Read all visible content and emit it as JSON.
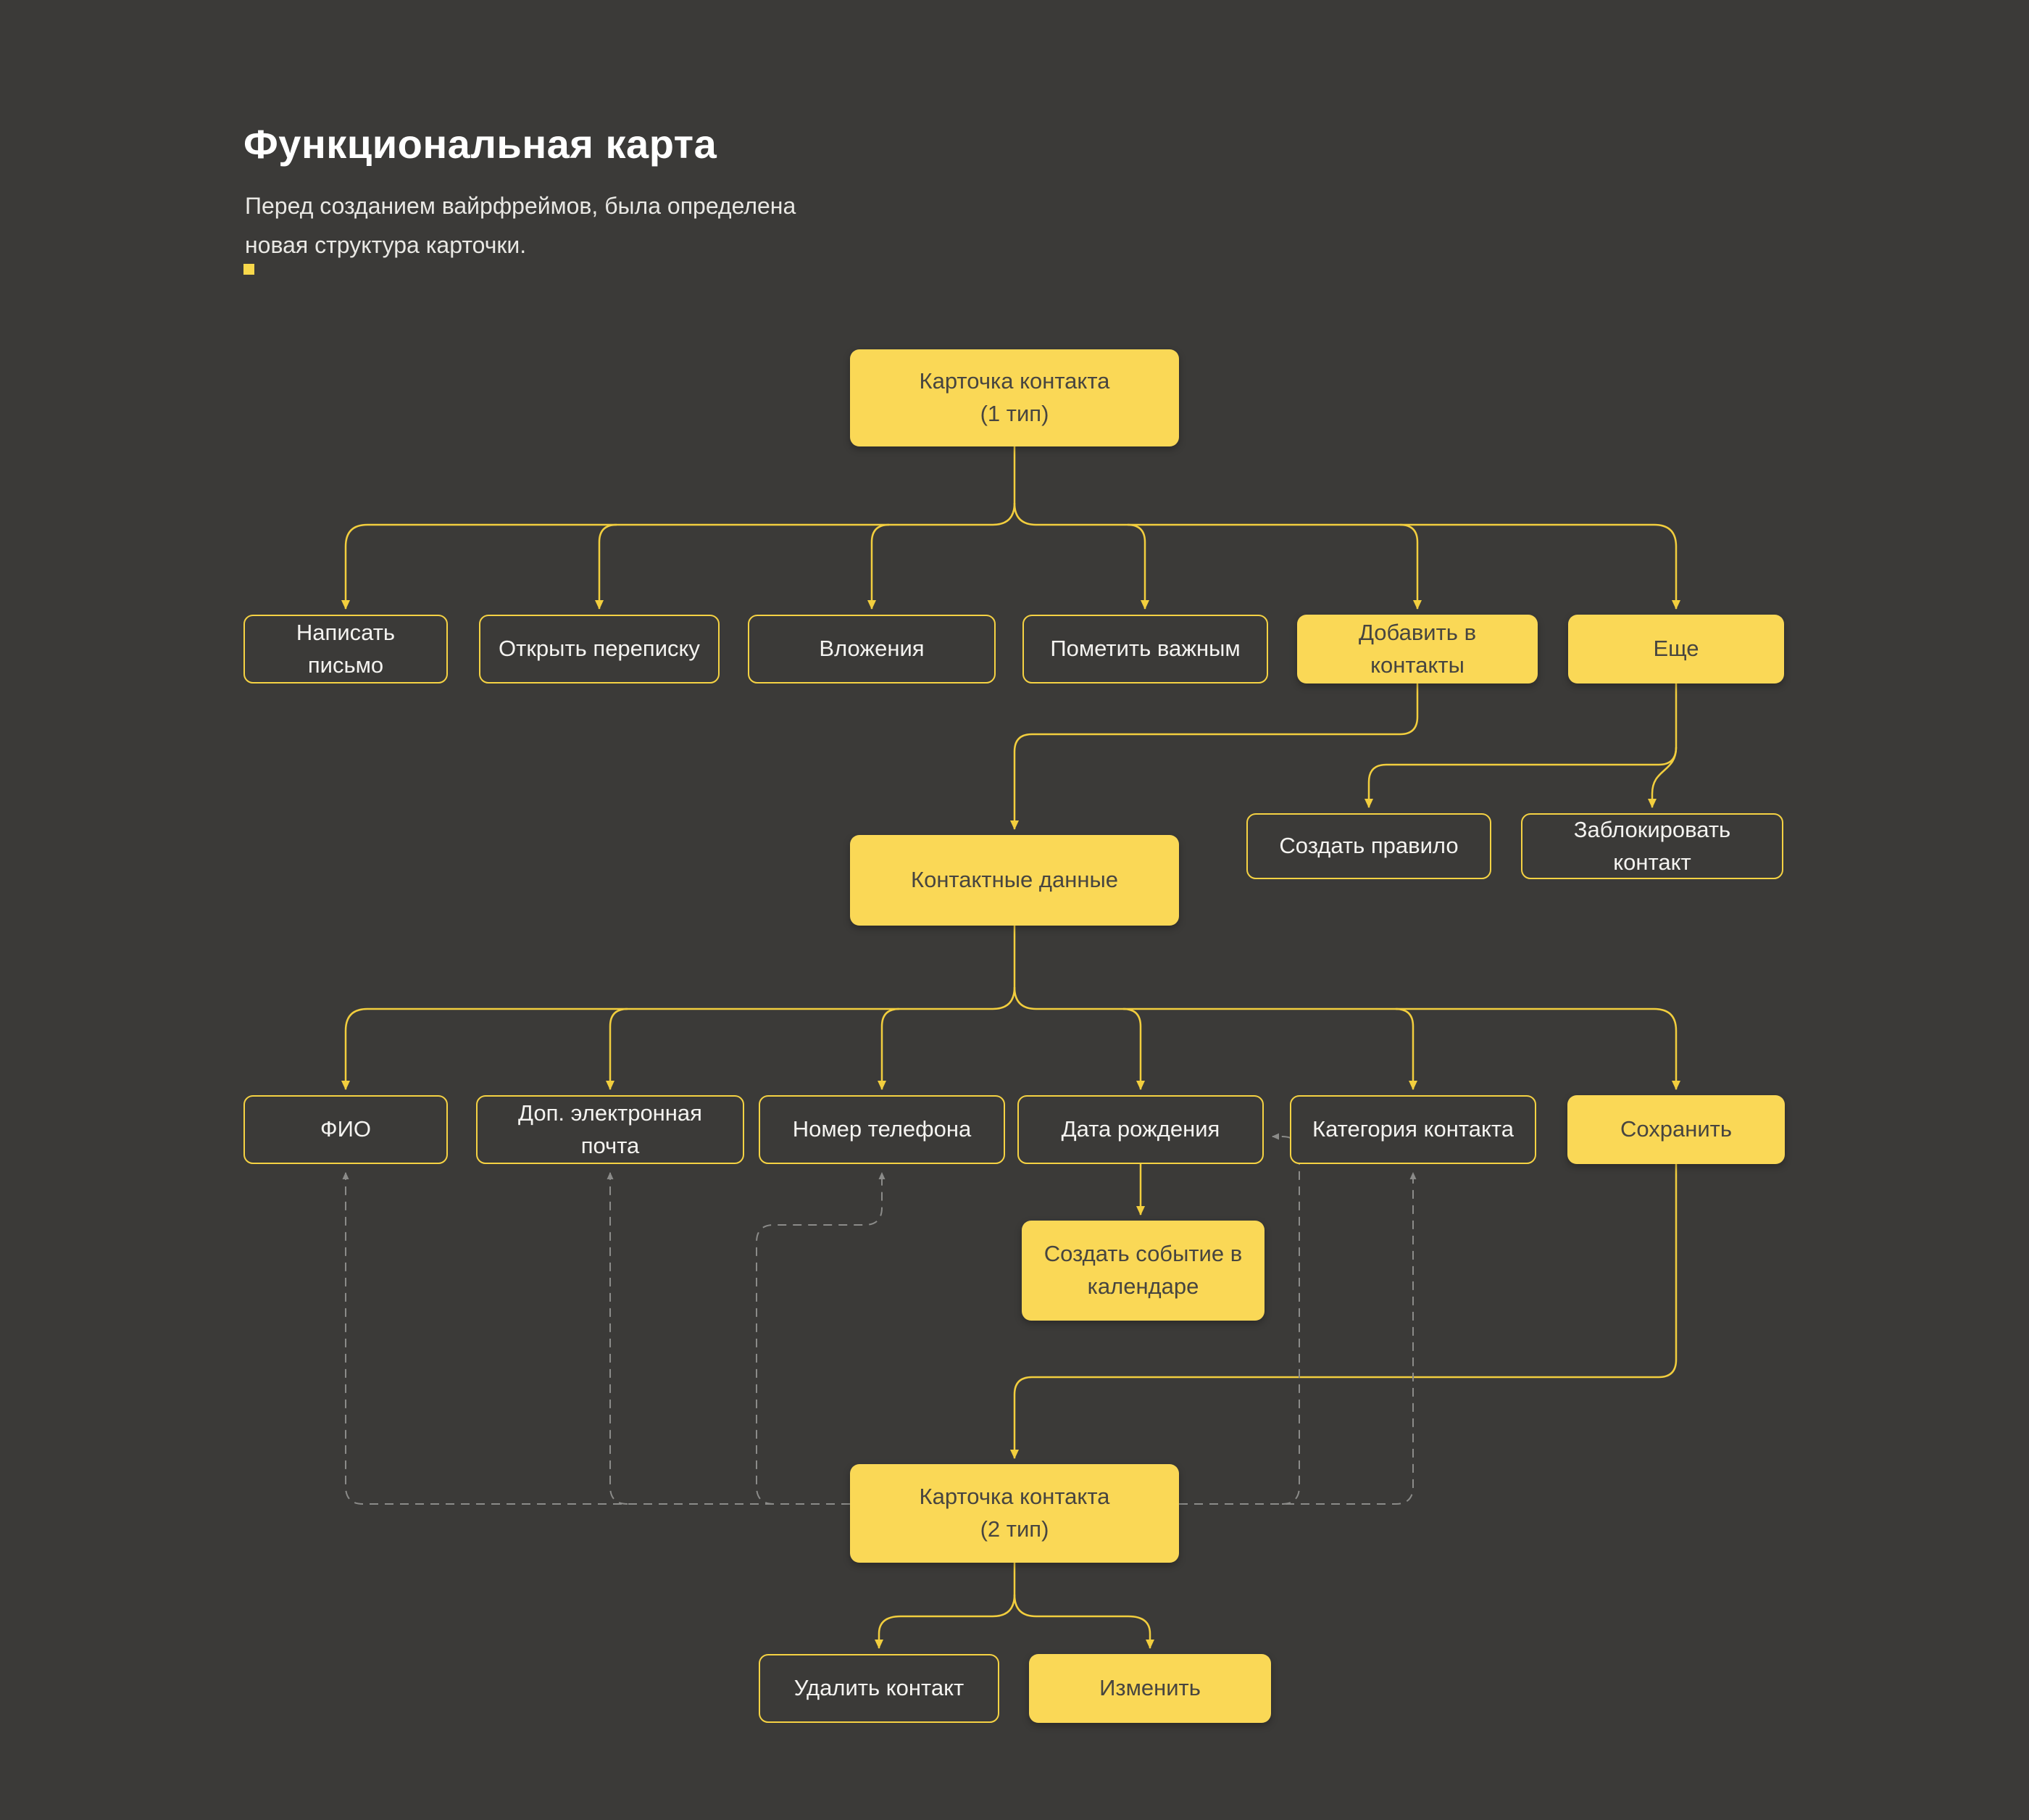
{
  "header": {
    "title": "Функциональная карта",
    "subtitle": "Перед созданием вайрфреймов, была определена\nновая структура карточки."
  },
  "colors": {
    "background": "#3B3A38",
    "accent_yellow": "#F8D84B",
    "node_fill": "#FAD856",
    "node_outline": "#F5D243",
    "connector_solid": "#F2CE3E",
    "connector_dashed": "#8B8B89",
    "text_on_yellow": "#474540",
    "text_on_dark": "#F4F3F0",
    "title_text": "#FFFFFF"
  },
  "nodes": {
    "card_type1": {
      "label": "Карточка контакта",
      "sublabel": "(1 тип)"
    },
    "write_letter": {
      "label": "Написать письмо"
    },
    "open_thread": {
      "label": "Открыть переписку"
    },
    "attachments": {
      "label": "Вложения"
    },
    "mark_important": {
      "label": "Пометить важным"
    },
    "add_to_contacts": {
      "label": "Добавить в контакты"
    },
    "more": {
      "label": "Еще"
    },
    "contact_data": {
      "label": "Контактные данные"
    },
    "create_rule": {
      "label": "Создать правило"
    },
    "block_contact": {
      "label": "Заблокировать контакт"
    },
    "full_name": {
      "label": "ФИО"
    },
    "extra_email": {
      "label": "Доп. электронная почта"
    },
    "phone_number": {
      "label": "Номер телефона"
    },
    "birth_date": {
      "label": "Дата рождения"
    },
    "contact_category": {
      "label": "Категория контакта"
    },
    "save": {
      "label": "Сохранить"
    },
    "calendar_event": {
      "label": "Создать событие в календаре"
    },
    "card_type2": {
      "label": "Карточка контакта",
      "sublabel": "(2 тип)"
    },
    "delete_contact": {
      "label": "Удалить контакт"
    },
    "edit": {
      "label": "Изменить"
    }
  },
  "connections": [
    {
      "from": "card_type1",
      "to": "write_letter",
      "style": "solid"
    },
    {
      "from": "card_type1",
      "to": "open_thread",
      "style": "solid"
    },
    {
      "from": "card_type1",
      "to": "attachments",
      "style": "solid"
    },
    {
      "from": "card_type1",
      "to": "mark_important",
      "style": "solid"
    },
    {
      "from": "card_type1",
      "to": "add_to_contacts",
      "style": "solid"
    },
    {
      "from": "card_type1",
      "to": "more",
      "style": "solid"
    },
    {
      "from": "add_to_contacts",
      "to": "contact_data",
      "style": "solid"
    },
    {
      "from": "more",
      "to": "create_rule",
      "style": "solid"
    },
    {
      "from": "more",
      "to": "block_contact",
      "style": "solid"
    },
    {
      "from": "contact_data",
      "to": "full_name",
      "style": "solid"
    },
    {
      "from": "contact_data",
      "to": "extra_email",
      "style": "solid"
    },
    {
      "from": "contact_data",
      "to": "phone_number",
      "style": "solid"
    },
    {
      "from": "contact_data",
      "to": "birth_date",
      "style": "solid"
    },
    {
      "from": "contact_data",
      "to": "contact_category",
      "style": "solid"
    },
    {
      "from": "contact_data",
      "to": "save",
      "style": "solid"
    },
    {
      "from": "birth_date",
      "to": "calendar_event",
      "style": "solid"
    },
    {
      "from": "save",
      "to": "card_type2",
      "style": "solid"
    },
    {
      "from": "card_type2",
      "to": "delete_contact",
      "style": "solid"
    },
    {
      "from": "card_type2",
      "to": "edit",
      "style": "solid"
    },
    {
      "from": "card_type2",
      "to": "full_name",
      "style": "dashed"
    },
    {
      "from": "card_type2",
      "to": "extra_email",
      "style": "dashed"
    },
    {
      "from": "card_type2",
      "to": "phone_number",
      "style": "dashed"
    },
    {
      "from": "card_type2",
      "to": "birth_date",
      "style": "dashed"
    },
    {
      "from": "card_type2",
      "to": "contact_category",
      "style": "dashed"
    }
  ]
}
